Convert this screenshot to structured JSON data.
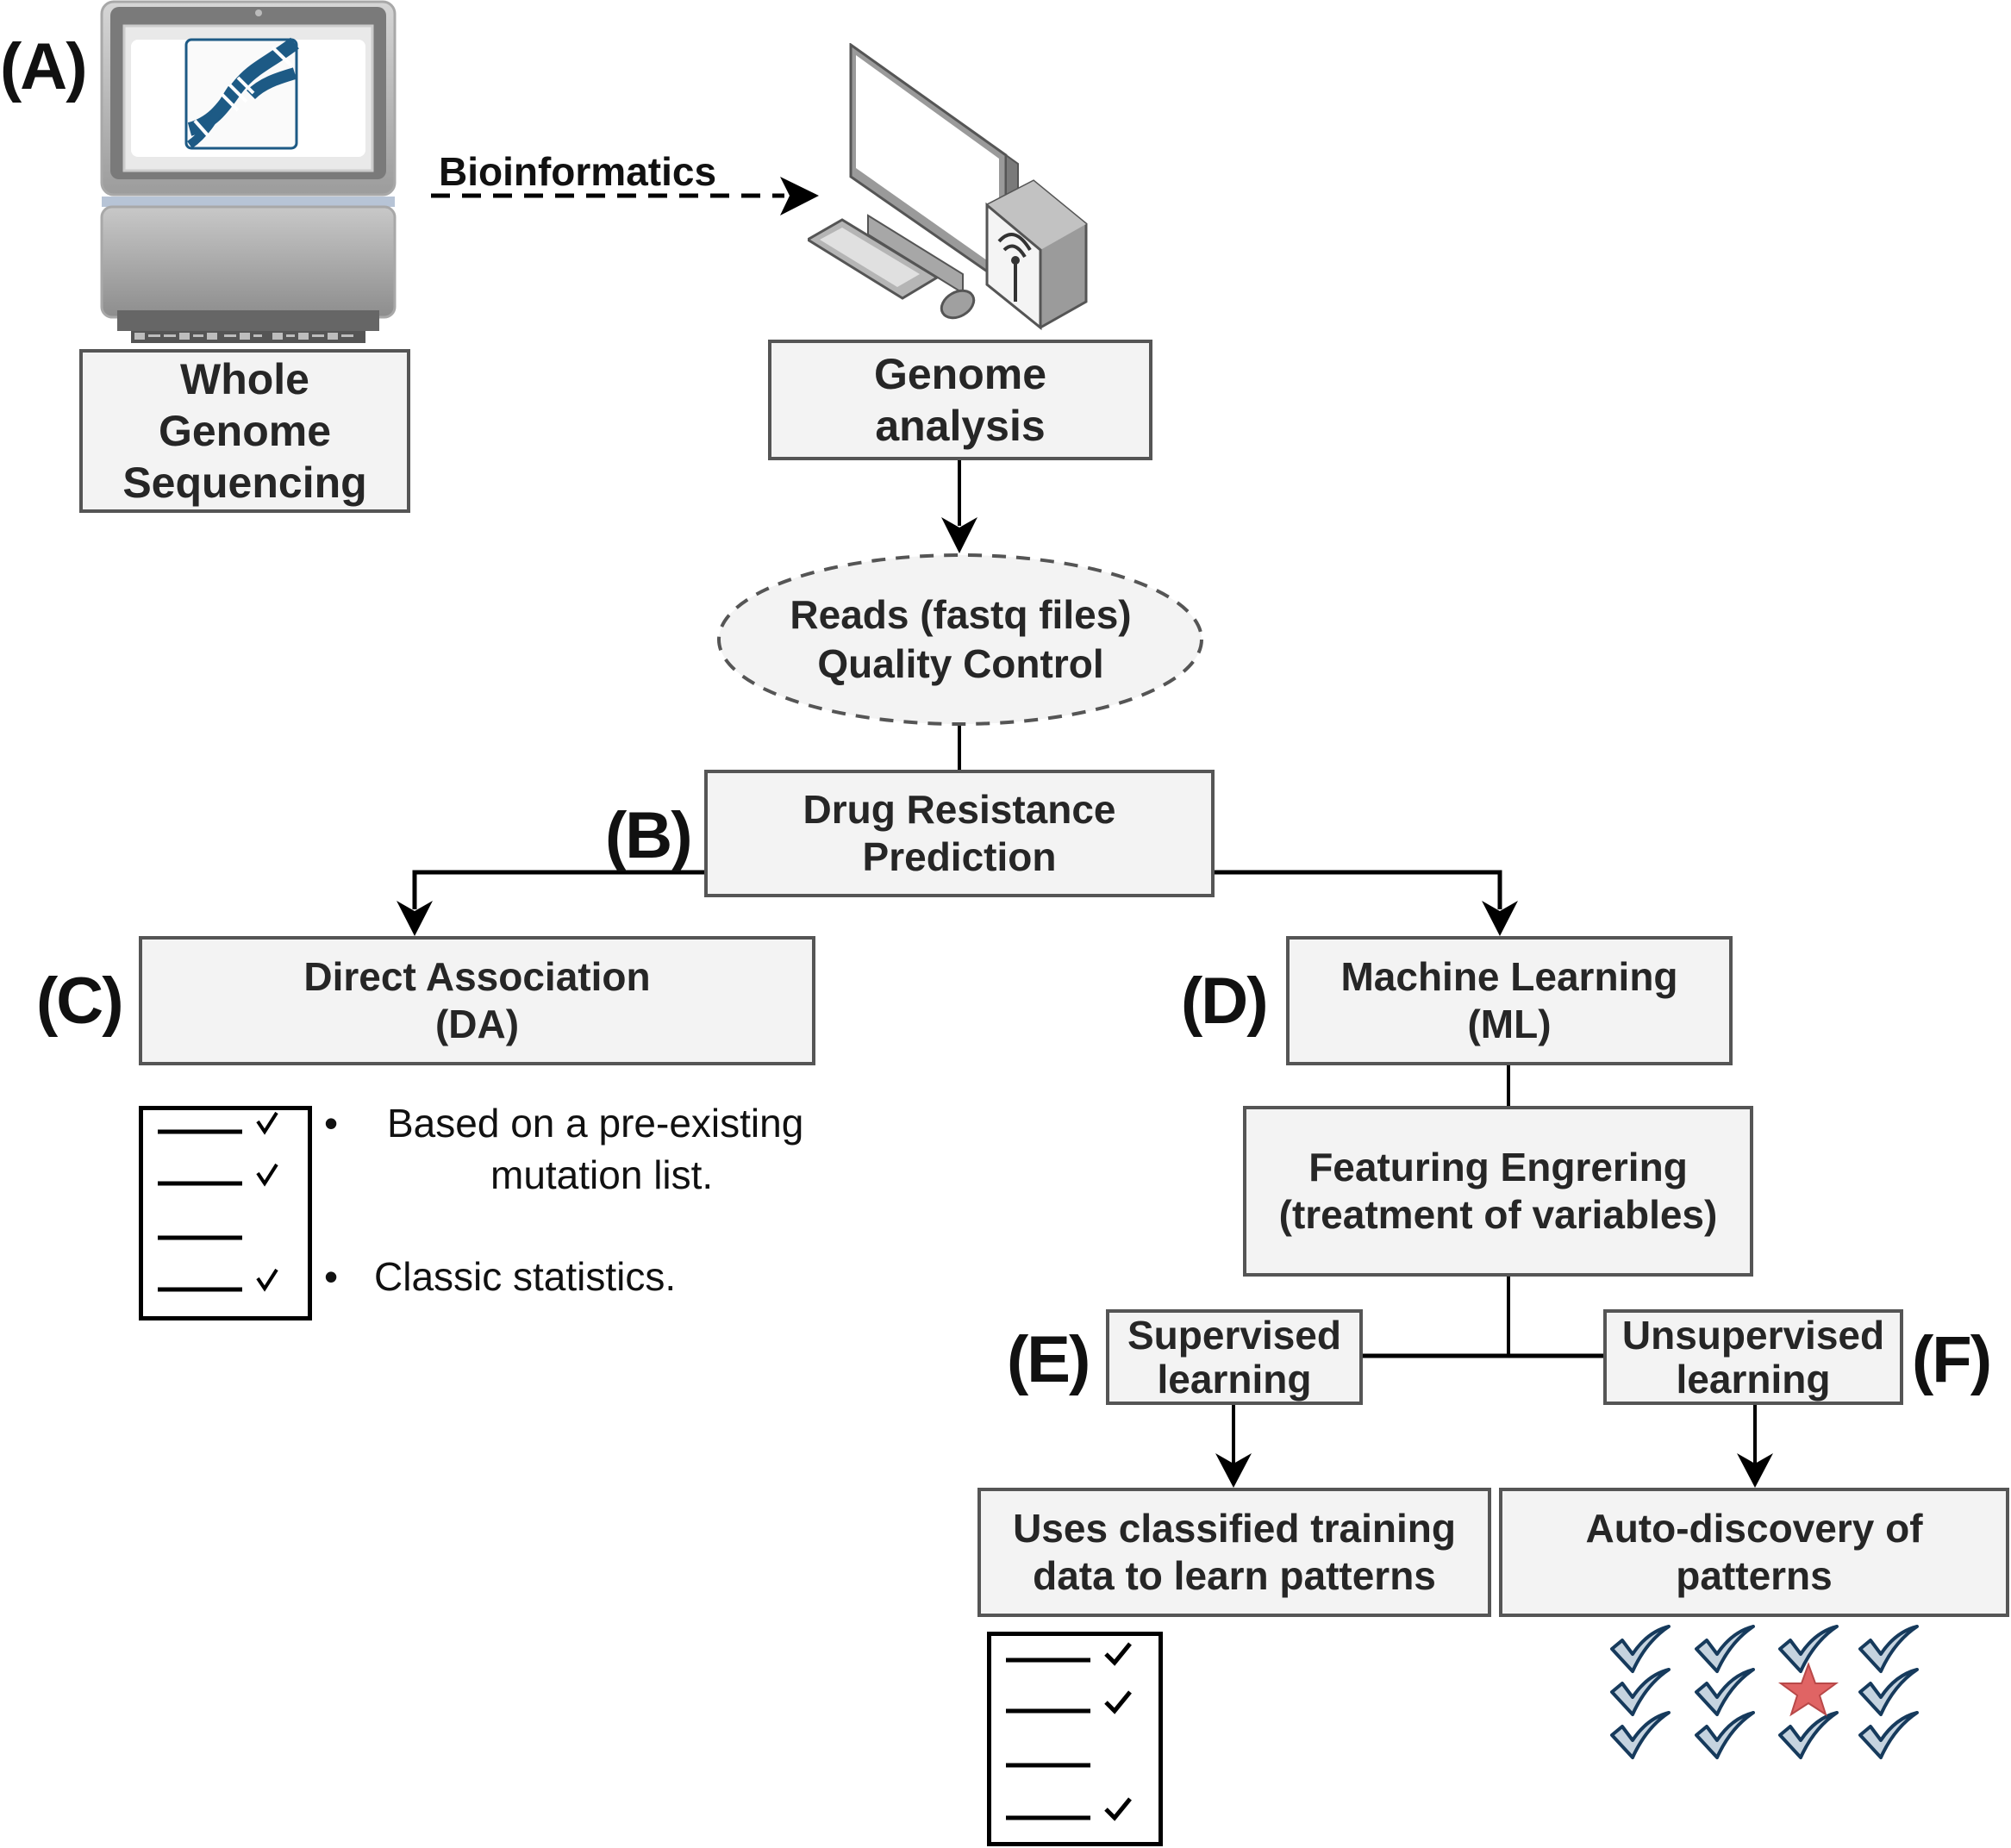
{
  "panels": {
    "A": "(A)",
    "B": "(B)",
    "C": "(C)",
    "D": "(D)",
    "E": "(E)",
    "F": "(F)"
  },
  "sequencing": {
    "icon": "dna-sequencer-icon",
    "lines": [
      "Whole",
      "Genome",
      "Sequencing"
    ]
  },
  "bioinformatics_label": "Bioinformatics",
  "genome_analysis": {
    "icon": "desktop-computer-icon",
    "lines": [
      "Genome",
      "analysis"
    ]
  },
  "reads_qc": {
    "lines": [
      "Reads (fastq files)",
      "Quality Control"
    ]
  },
  "drug_resistance": {
    "lines": [
      "Drug Resistance",
      "Prediction"
    ]
  },
  "direct_association": {
    "lines": [
      "Direct Association",
      "(DA)"
    ],
    "icon": "checklist-icon",
    "bullets": [
      {
        "lines": [
          "Based on a pre-existing",
          "mutation list."
        ]
      },
      {
        "lines": [
          "Classic statistics."
        ]
      }
    ]
  },
  "machine_learning": {
    "lines": [
      "Machine Learning",
      "(ML)"
    ]
  },
  "feature_engineering": {
    "lines": [
      "Featuring Engrering",
      "(treatment of variables)"
    ]
  },
  "supervised": {
    "lines": [
      "Supervised",
      "learning"
    ],
    "description": [
      "Uses classified training",
      "data to learn patterns"
    ],
    "icon": "checklist-icon"
  },
  "unsupervised": {
    "lines": [
      "Unsupervised",
      "learning"
    ],
    "description": [
      "Auto-discovery of",
      "patterns"
    ],
    "icon": "checkmark-grid-with-star-icon"
  },
  "colors": {
    "box_fill": "#f3f3f3",
    "box_border": "#555555",
    "dna_blue": "#1d5a85",
    "check_fill": "#c5d3df",
    "check_stroke": "#163a5c",
    "star_red": "#e06464"
  }
}
